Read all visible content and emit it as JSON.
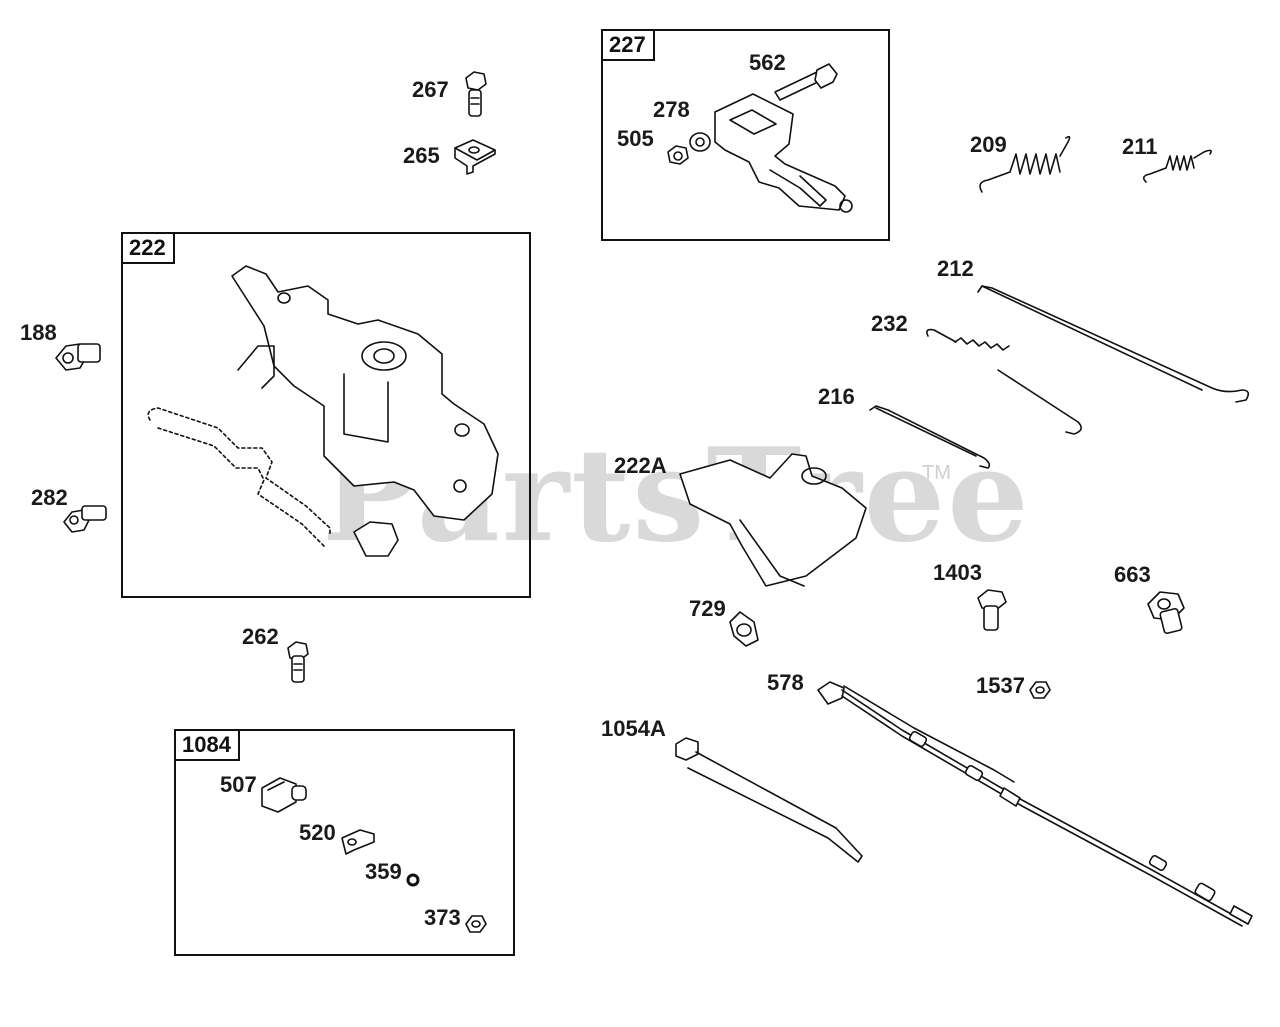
{
  "watermark": {
    "text": "PartsTree",
    "trademark": "TM"
  },
  "boxes": {
    "b227": "227",
    "b222": "222",
    "b1084": "1084"
  },
  "labels": {
    "p267": "267",
    "p265": "265",
    "p562": "562",
    "p278": "278",
    "p505": "505",
    "p209": "209",
    "p211": "211",
    "p212": "212",
    "p232": "232",
    "p216": "216",
    "p222A": "222A",
    "p188": "188",
    "p282": "282",
    "p262": "262",
    "p1403": "1403",
    "p663": "663",
    "p729": "729",
    "p578": "578",
    "p1537": "1537",
    "p1054A": "1054A",
    "p507": "507",
    "p520": "520",
    "p359": "359",
    "p373": "373"
  }
}
